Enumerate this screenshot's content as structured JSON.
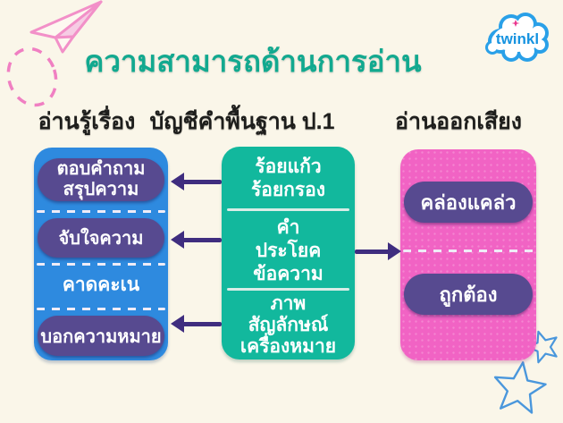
{
  "title": "ความสามารถด้านการอ่าน",
  "logo": {
    "brand": "twinkl"
  },
  "colors": {
    "background": "#FAF6E9",
    "title_text": "#12A98F",
    "blue_box": "#2E8ADF",
    "teal_box": "#12B89D",
    "pink_box": "#F163C4",
    "pill": "#574A90",
    "arrow": "#3F2D7F"
  },
  "left_column": {
    "header": "อ่านรู้เรื่อง",
    "items": [
      {
        "label": "ตอบคำถาม\nสรุปความ",
        "style": "pill"
      },
      {
        "label": "จับใจความ",
        "style": "pill"
      },
      {
        "label": "คาดคะเน",
        "style": "plain"
      },
      {
        "label": "บอกความหมาย",
        "style": "pill"
      }
    ]
  },
  "middle_column": {
    "header": "บัญชีคำพื้นฐาน ป.1",
    "sections": [
      {
        "label": "ร้อยแก้ว\nร้อยกรอง"
      },
      {
        "label": "คำ\nประโยค\nข้อความ"
      },
      {
        "label": "ภาพ\nสัญลักษณ์\nเครื่องหมาย"
      }
    ]
  },
  "right_column": {
    "header": "อ่านออกเสียง",
    "items": [
      {
        "label": "คล่องแคล่ว"
      },
      {
        "label": "ถูกต้อง"
      }
    ]
  }
}
